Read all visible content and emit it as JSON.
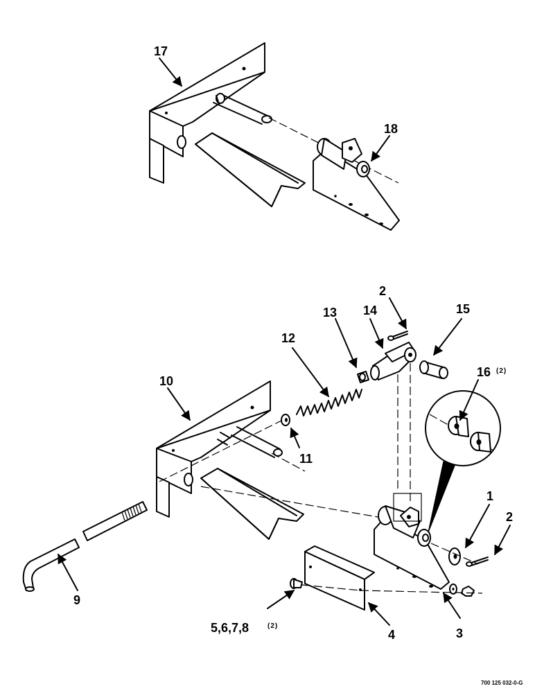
{
  "labels": {
    "l17": "17",
    "l18": "18",
    "l2a": "2",
    "l14": "14",
    "l15": "15",
    "l13": "13",
    "l12": "12",
    "l16": "16",
    "l16_qty": "(2)",
    "l10": "10",
    "l11": "11",
    "l1": "1",
    "l2b": "2",
    "l9": "9",
    "l5678": "5,6,7,8",
    "l5678_qty": "(2)",
    "l4": "4",
    "l3": "3"
  },
  "drawing_code": "700 125 032-0-G"
}
